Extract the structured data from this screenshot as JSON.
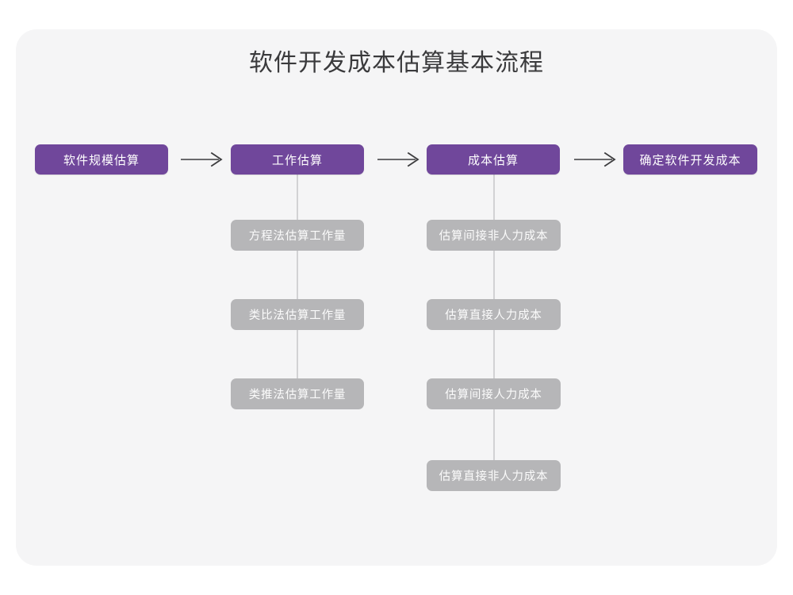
{
  "page": {
    "title": "软件开发成本估算基本流程",
    "background_color": "#ffffff",
    "card_color": "#f5f5f6",
    "accent_color": "#70479b",
    "sub_color": "#b6b6b8",
    "connector_color": "#d2d2d4",
    "title_color": "#3a3a3c"
  },
  "diagram": {
    "type": "flowchart",
    "orientation": "left-to-right with vertical sub-branches",
    "arrow_glyph": "→",
    "stages": [
      {
        "id": "stage-1",
        "label": "软件规模估算",
        "substeps": []
      },
      {
        "id": "stage-2",
        "label": "工作估算",
        "substeps": [
          {
            "label": "方程法估算工作量"
          },
          {
            "label": "类比法估算工作量"
          },
          {
            "label": "类推法估算工作量"
          }
        ]
      },
      {
        "id": "stage-3",
        "label": "成本估算",
        "substeps": [
          {
            "label": "估算间接非人力成本"
          },
          {
            "label": "估算直接人力成本"
          },
          {
            "label": "估算间接人力成本"
          },
          {
            "label": "估算直接非人力成本"
          }
        ]
      },
      {
        "id": "stage-4",
        "label": "确定软件开发成本",
        "substeps": []
      }
    ],
    "connectors": [
      {
        "from": "stage-1",
        "to": "stage-2",
        "name": "arrow-stage1-stage2"
      },
      {
        "from": "stage-2",
        "to": "stage-3",
        "name": "arrow-stage2-stage3"
      },
      {
        "from": "stage-3",
        "to": "stage-4",
        "name": "arrow-stage3-stage4"
      }
    ]
  }
}
